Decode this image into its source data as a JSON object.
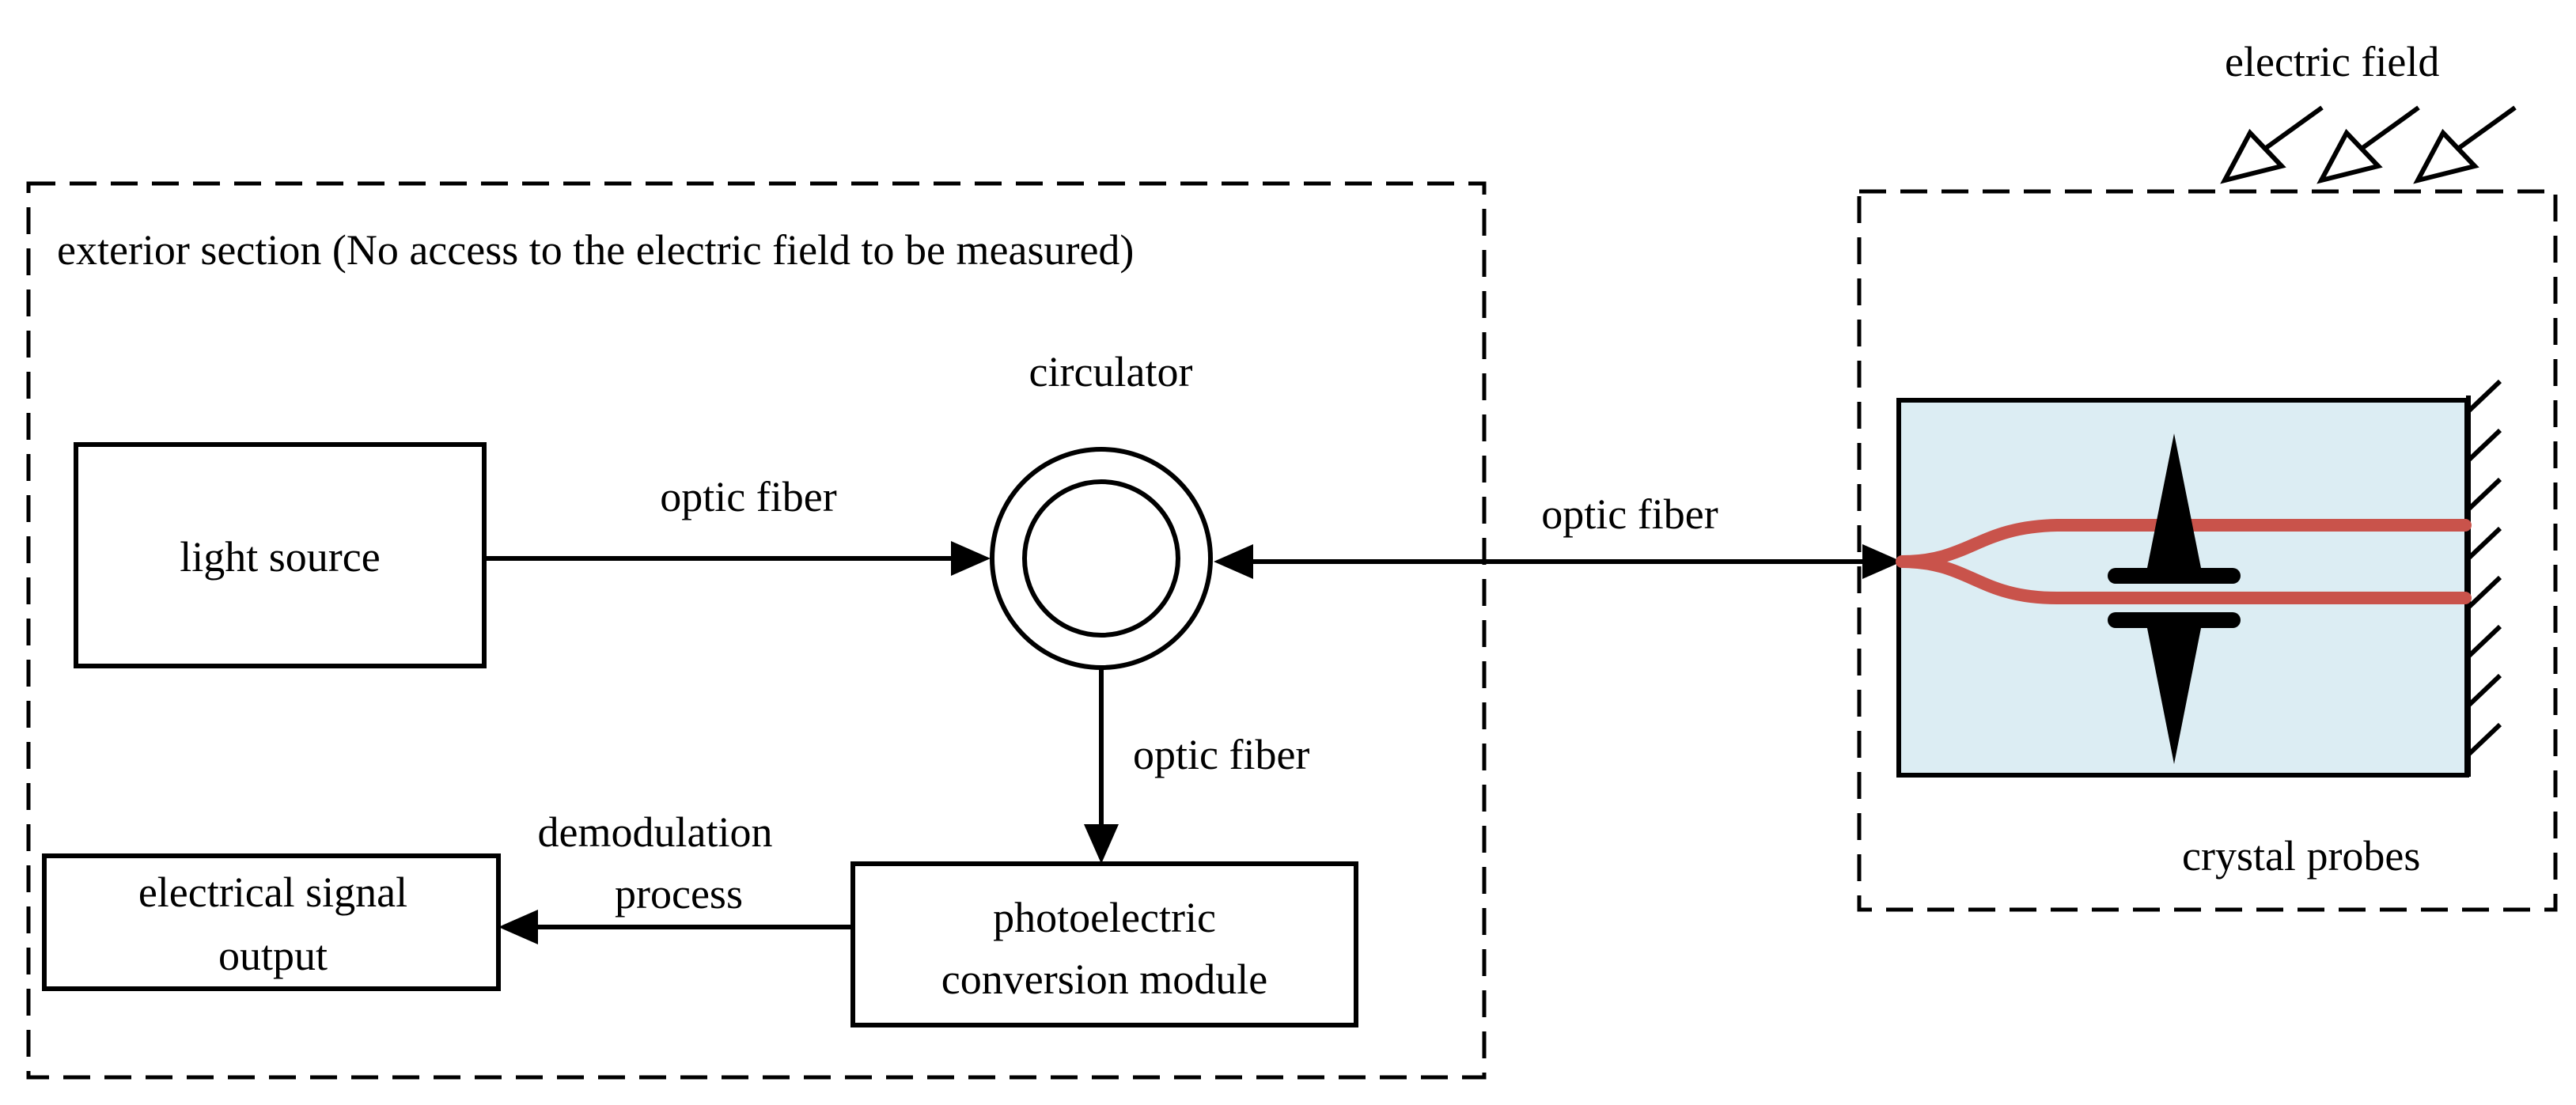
{
  "sections": {
    "exterior_label": "exterior section (No access to the electric field to be measured)",
    "probe_label": "crystal probes",
    "field_label": "electric field"
  },
  "blocks": {
    "light_source": "light source",
    "circulator": "circulator",
    "photoelectric_line1": "photoelectric",
    "photoelectric_line2": "conversion module",
    "output_line1": "electrical signal",
    "output_line2": "output"
  },
  "connections": {
    "fiber_source_to_circulator": "optic fiber",
    "fiber_circulator_to_probe": "optic fiber",
    "fiber_circulator_to_converter": "optic fiber",
    "demodulation_line1": "demodulation",
    "demodulation_line2": "process"
  },
  "colors": {
    "crystal_fill": "#dcedf3",
    "waveguide": "#c9534b",
    "line": "#000000"
  }
}
